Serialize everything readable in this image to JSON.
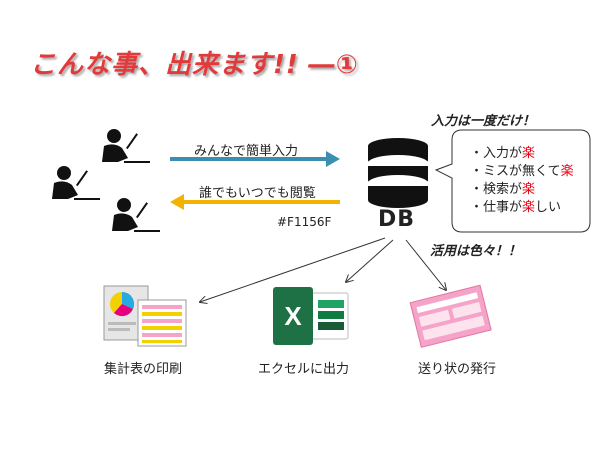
{
  "title": "こんな事、出来ます!! ―①",
  "arrow_in_label": "みんなで簡単入力",
  "arrow_out_label": "誰でもいつでも閲覧",
  "hex_label": "#F1156F",
  "db_label": "DB",
  "callout_title": "入力は一度だけ！",
  "callout_items": [
    {
      "before": "・入力が",
      "highlight": "楽",
      "after": ""
    },
    {
      "before": "・ミスが無くて",
      "highlight": "楽",
      "after": ""
    },
    {
      "before": "・検索が",
      "highlight": "楽",
      "after": ""
    },
    {
      "before": "・仕事が",
      "highlight": "楽",
      "after": "しい"
    }
  ],
  "usage_title": "活用は色々！！",
  "outputs": [
    {
      "label": "集計表の印刷"
    },
    {
      "label": "エクセルに出力"
    },
    {
      "label": "送り状の発行"
    }
  ],
  "colors": {
    "title": "#e23a3a",
    "arrow_in": "#3a8fb0",
    "arrow_out": "#f2b200",
    "highlight": "#e60012",
    "excel_green": "#1e7145",
    "invoice_pink": "#f07fa8"
  }
}
